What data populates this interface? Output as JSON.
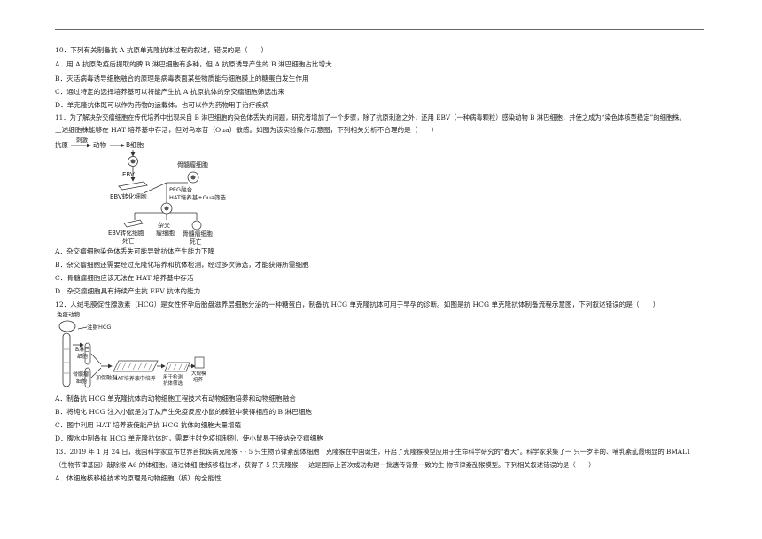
{
  "q10": {
    "stem": "10．下列有关制备抗 A 抗原单克隆抗体过程的叙述，错误的是（　　）",
    "options": [
      "A．用 A 抗原免疫后提取的脾 B 淋巴细胞有多种，但 A 抗原诱导产生的 B 淋巴细胞占比增大",
      "B．灭活病毒诱导细胞融合的原理是病毒表面某些物质能与细胞膜上的糖蛋白发生作用",
      "C．通过特定的选择培养基可以将能产生抗 A 抗原抗体的杂交瘤细胞筛选出来",
      "D．单克隆抗体既可以作为药物的运载体，也可以作为药物用于治疗疾病"
    ]
  },
  "q11": {
    "stem_line1": "11．为了解决杂交瘤细胞在传代培养中出现来自 B 淋巴细胞的染色体丢失的问题，研究者增加了一个步骤，除了抗原刺激之外，还用 EBV（一种病毒颗粒）感染动物 B 淋巴细胞，并使之成为“染色体核型稳定”的细胞株。",
    "stem_line2": "上述细胞株能够在 HAT 培养基中存活，但对乌本苷（Oua）敏感。如图为该实验操作示意图，下列相关分析不合理的是（　　）",
    "figure": {
      "antigen": "抗原",
      "stimulate": "刺激",
      "animal": "动物",
      "b_cell": "B细胞",
      "ebv": "EBV",
      "ebv_cell": "EBV转化细胞",
      "myeloma": "骨髓瘤细胞",
      "fusion": "PEG融合",
      "screen": "HAT培养基+Oua筛选",
      "hybrid": "杂交",
      "hybrid2": "瘤细胞",
      "ebv_dead1": "EBV转化细胞",
      "ebv_dead2": "死亡",
      "myeloma_dead1": "骨髓瘤细胞",
      "myeloma_dead2": "死亡"
    },
    "options": [
      "A．杂交瘤细胞染色体丢失可能导致抗体产生能力下降",
      "B．杂交瘤细胞还需要经过克隆化培养和抗体检测，经过多次筛选，才能获得所需细胞",
      "C．骨髓瘤细胞应该无法在 HAT 培养基中存活",
      "D．杂交瘤细胞具有持续产生抗 EBV 抗体的能力"
    ]
  },
  "q12": {
    "stem": "12．人绒毛膜促性腺激素（HCG）是女性怀孕后胎盘滋养层细胞分泌的一种糖蛋白，制备抗 HCG 单克隆抗体可用于早孕的诊断。如图是抗 HCG 单克隆抗体制备流程示意图，下列叙述错误的是（　　）",
    "figure": {
      "mouse1": "免疫动物",
      "inject": "注射HCG",
      "b_cell1": "B淋巴",
      "b_cell2": "细胞",
      "myeloma1": "骨髓瘤",
      "myeloma2": "细胞",
      "reagent": "加促融剂",
      "hat": "HAT培养液中培养",
      "screen1": "用于检测",
      "screen2": "抗体筛选",
      "culture1": "大规模",
      "culture2": "培养"
    },
    "options": [
      "A．制备抗 HCG 单克隆抗体的动物细胞工程技术有动物细胞培养和动物细胞融合",
      "B．将纯化 HCG 注入小鼠是为了从产生免疫反应小鼠的脾脏中获得相应的 B 淋巴细胞",
      "C．图中利用 HAT 培养液使能产抗 HCG 抗体的细胞大量增殖",
      "D．腹水中制备抗 HCG 单克隆抗体时，需要注射免疫抑制剂，使小鼠易于接纳杂交瘤细胞"
    ]
  },
  "q13": {
    "stem_line1": "13．2019 年 1 月 24 日，我国科学家宣布世界首批疾病克隆猴 - - 5 只生物节律紊乱体细胞　克隆猴在中国诞生，开启了克隆猴模型应用于生命科学研究的“春天”。科学家采集了一 只一岁半的、哺乳紊乱最明显的 BMAL1",
    "stem_line2": "（生物节律基因）敲除猴 A6 的体细胞，通过体细 胞核移植技术，获得了 5 只克隆猴 - - 这是国际上首次成功构建一批遗传背景一致的生 物节律紊乱猴模型。下列相关叙述错误的是（　　）",
    "options": [
      "A．体细胞核移植技术的原理是动物细胞（核）的全能性"
    ]
  }
}
